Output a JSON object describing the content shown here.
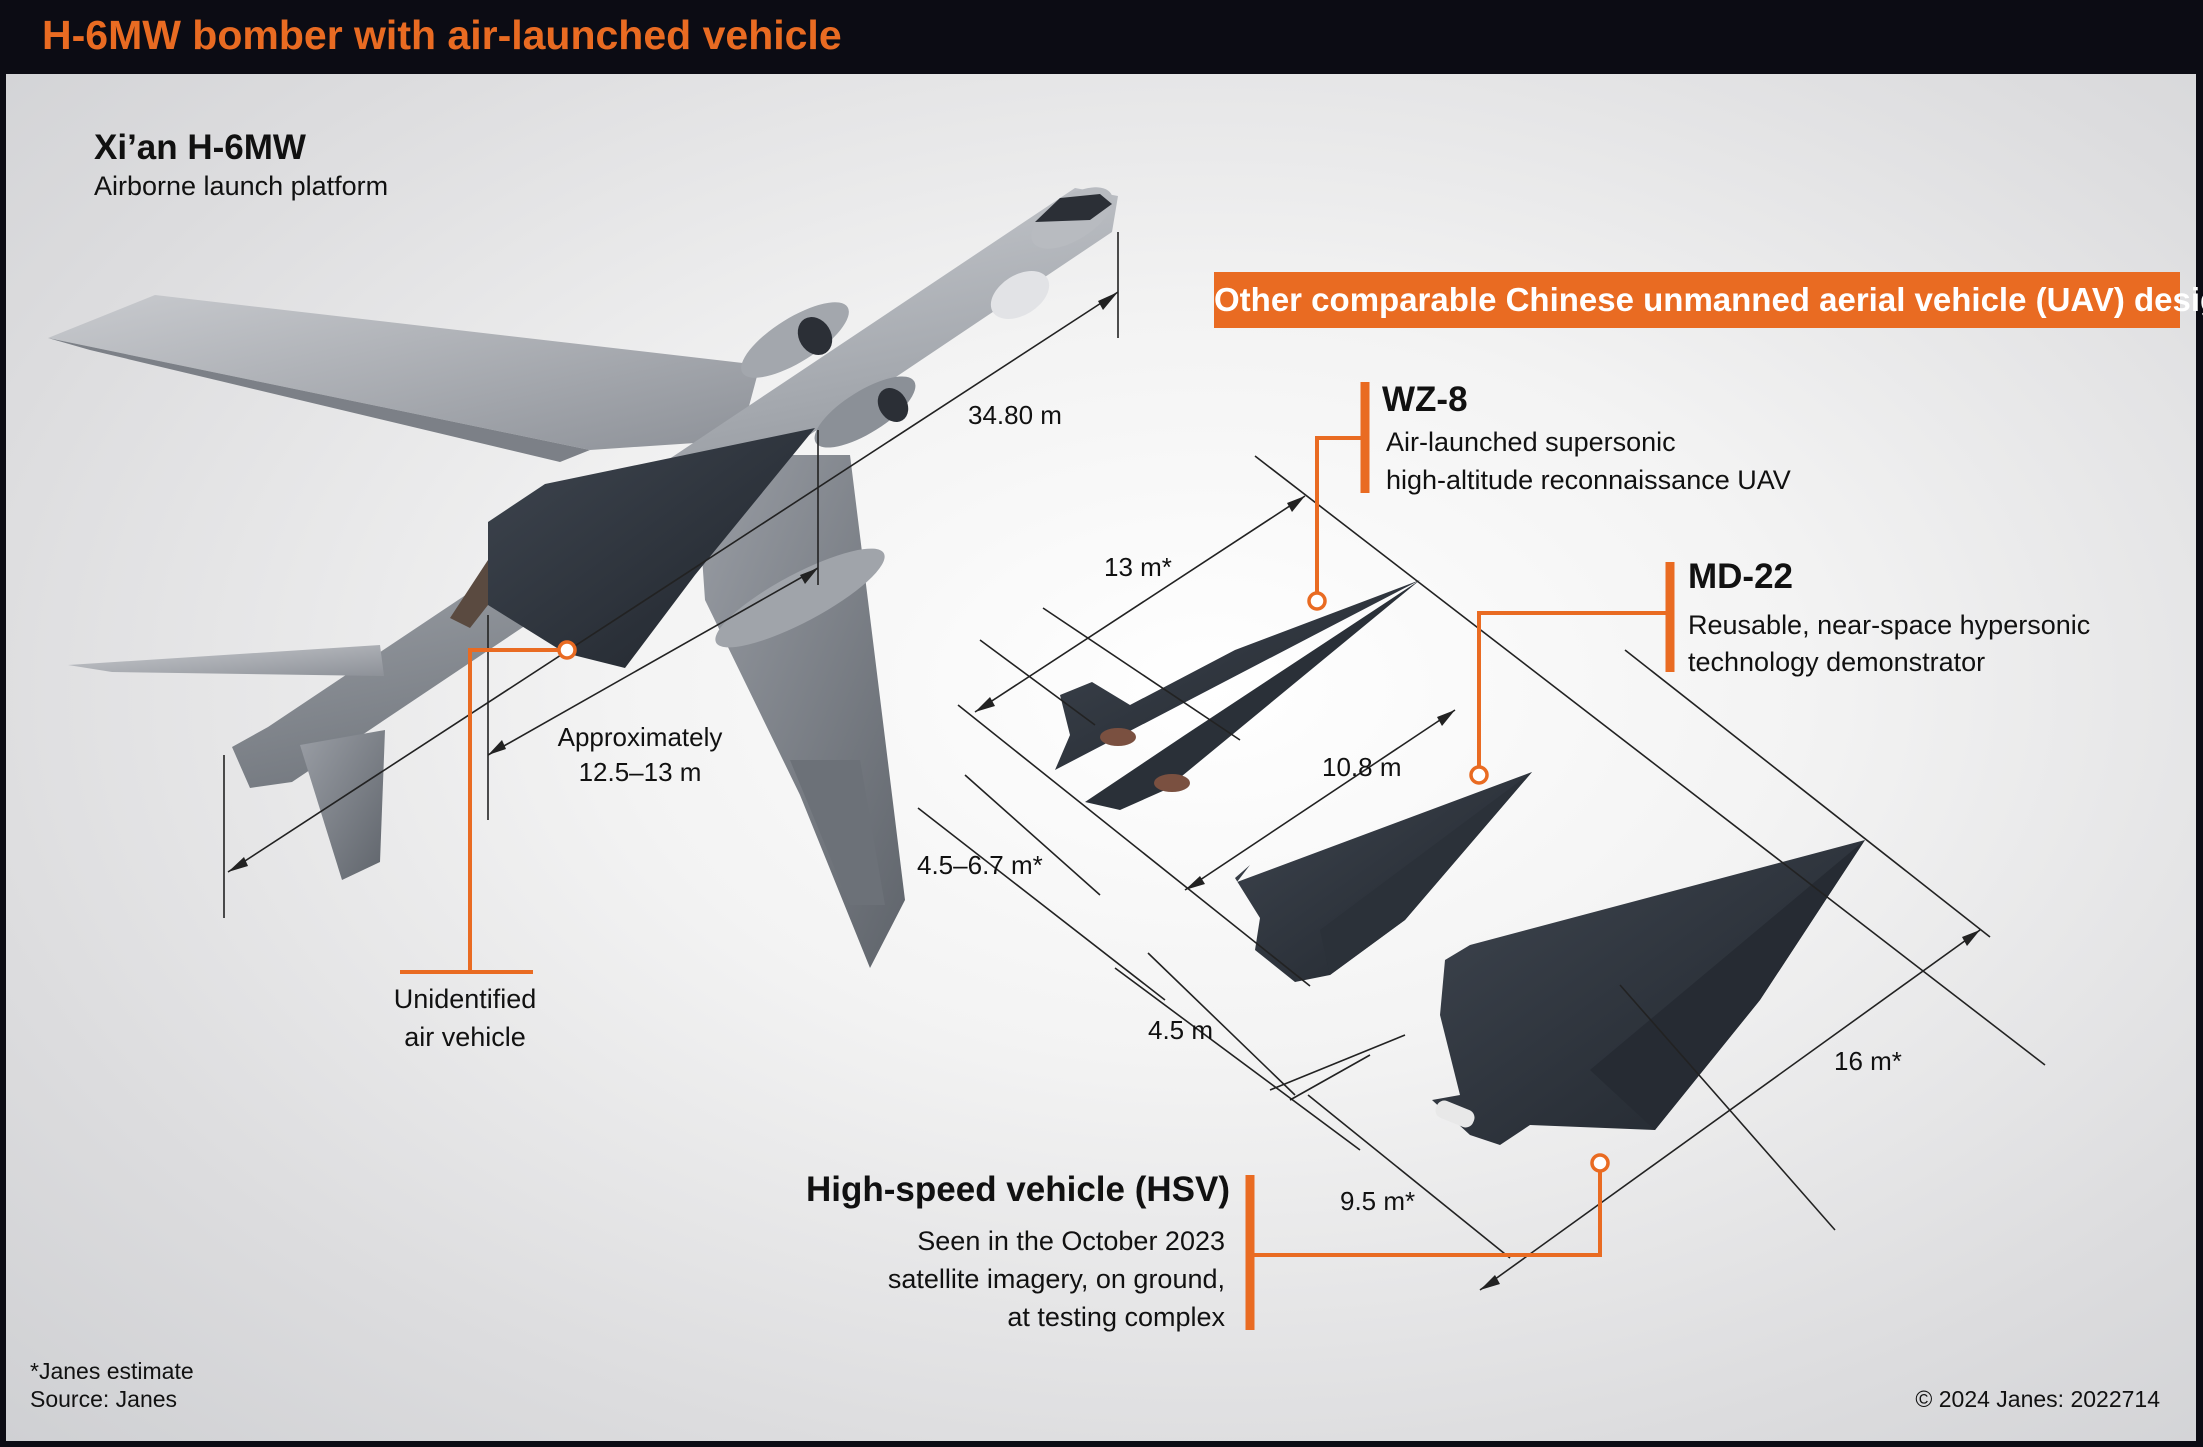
{
  "header": {
    "title": "H-6MW bomber with air-launched vehicle"
  },
  "platform": {
    "name": "Xi’an H-6MW",
    "description": "Airborne launch platform"
  },
  "banner": {
    "label": "Other comparable Chinese unmanned aerial vehicle (UAV) designs"
  },
  "wz8": {
    "name": "WZ-8",
    "description_lines": [
      "Air-launched supersonic",
      "high-altitude reconnaissance UAV"
    ]
  },
  "md22": {
    "name": "MD-22",
    "description_lines": [
      "Reusable, near-space hypersonic",
      "technology demonstrator"
    ]
  },
  "hsv": {
    "name": "High-speed vehicle (HSV)",
    "description_lines": [
      "Seen in the October 2023",
      "satellite imagery, on ground,",
      "at testing complex"
    ]
  },
  "unidentified": {
    "label_lines": [
      "Unidentified",
      "air vehicle"
    ]
  },
  "dimensions": {
    "bomber_length": "34.80 m",
    "air_vehicle_length_lines": [
      "Approximately",
      "12.5–13 m"
    ],
    "wz8_length": "13 m*",
    "wz8_span": "4.5–6.7 m*",
    "md22_length": "10.8 m",
    "md22_span": "4.5 m",
    "hsv_length": "16 m*",
    "hsv_span": "9.5 m*"
  },
  "footer": {
    "note": "*Janes estimate",
    "source": "Source: Janes",
    "copyright": "© 2024 Janes: 2022714"
  },
  "colors": {
    "accent": "#e96b22",
    "header_bg": "#0c0c14",
    "aircraft_grey": "#8f949c",
    "vehicle_dark": "#2e343c"
  }
}
